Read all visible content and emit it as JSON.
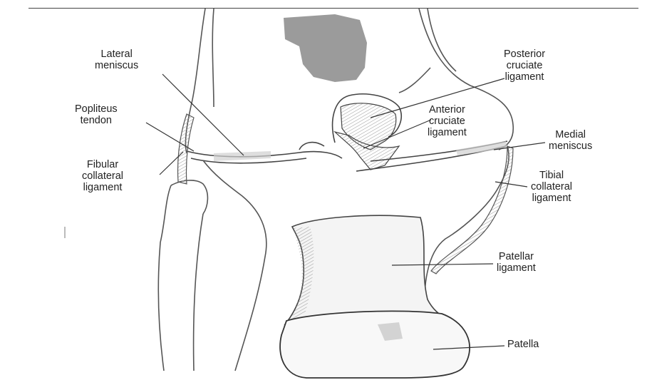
{
  "labels": {
    "lateral_meniscus": [
      "Lateral",
      "meniscus"
    ],
    "popliteus_tendon": [
      "Popliteus",
      "tendon"
    ],
    "fibular_collateral_ligament": [
      "Fibular",
      "collateral",
      "ligament"
    ],
    "posterior_cruciate_ligament": [
      "Posterior",
      "cruciate",
      "ligament"
    ],
    "anterior_cruciate_ligament": [
      "Anterior",
      "cruciate",
      "ligament"
    ],
    "medial_meniscus": [
      "Medial",
      "meniscus"
    ],
    "tibial_collateral_ligament": [
      "Tibial",
      "collateral",
      "ligament"
    ],
    "patellar_ligament": [
      "Patellar",
      "ligament"
    ],
    "patella": [
      "Patella"
    ]
  },
  "colors": {
    "ink": "#333333",
    "shade": "#8a8a8a",
    "ligament_fill": "#d8d8d8"
  }
}
